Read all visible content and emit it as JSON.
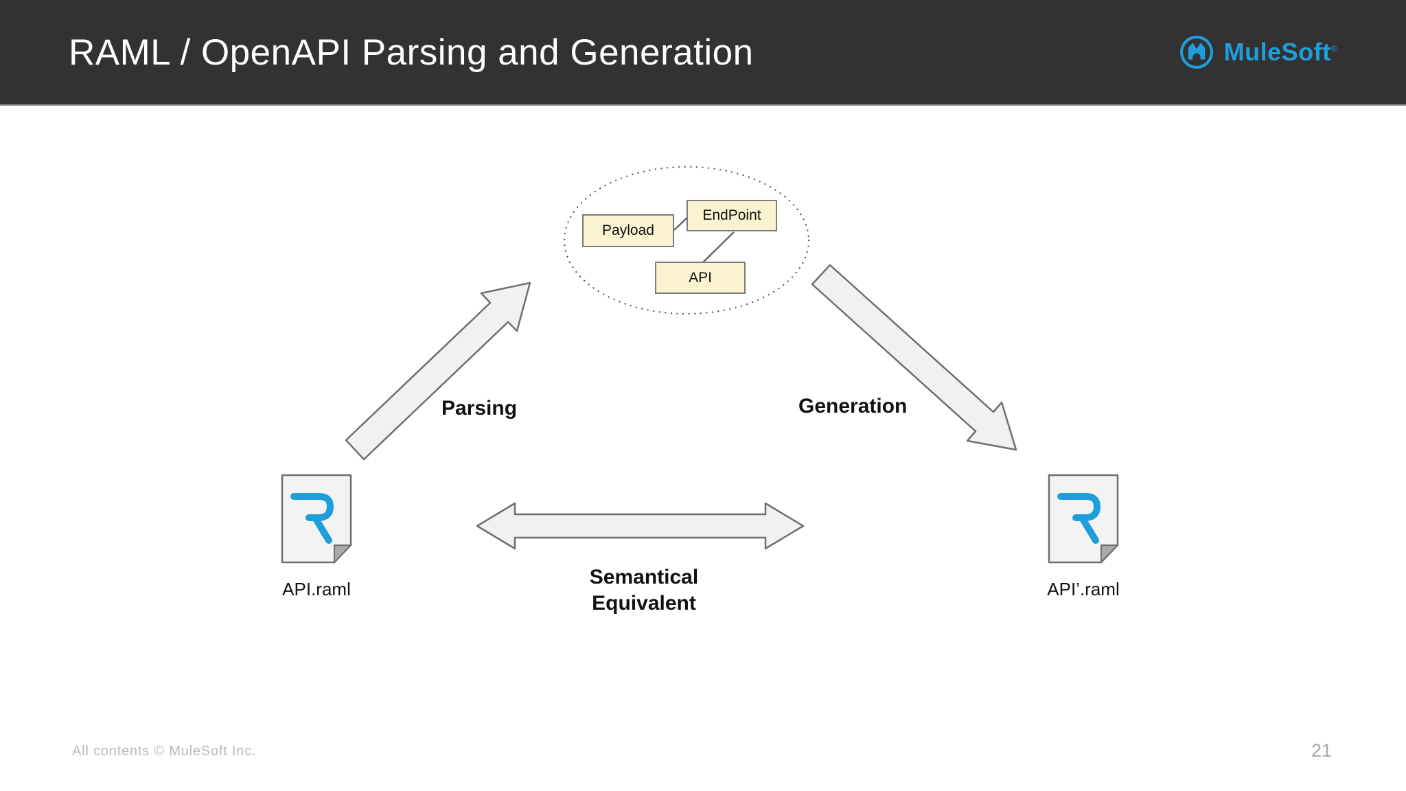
{
  "header": {
    "title": "RAML / OpenAPI Parsing and Generation",
    "brand": {
      "name": "MuleSoft",
      "trademark": "®"
    },
    "colors": {
      "background": "#333132",
      "title": "#ffffff",
      "brand_blue": "#1E9FDB"
    }
  },
  "diagram": {
    "model_group": {
      "nodes": [
        {
          "id": "payload",
          "label": "Payload"
        },
        {
          "id": "endpoint",
          "label": "EndPoint"
        },
        {
          "id": "api",
          "label": "API"
        }
      ],
      "node_fill": "#FBF2CF",
      "node_border": "#7a7a7a",
      "boundary_style": "dotted-ellipse"
    },
    "arrows": [
      {
        "id": "parsing",
        "label": "Parsing",
        "direction": "up-right"
      },
      {
        "id": "generation",
        "label": "Generation",
        "direction": "down-right"
      },
      {
        "id": "semantical-equivalent",
        "label_line1": "Semantical",
        "label_line2": "Equivalent",
        "direction": "double-horizontal"
      }
    ],
    "files": [
      {
        "id": "source",
        "label": "API.raml"
      },
      {
        "id": "generated",
        "label": "API’.raml"
      }
    ],
    "arrow_fill": "#F1F1F1",
    "arrow_border": "#6e6e6e",
    "raml_logo_blue": "#1E9FDB"
  },
  "footer": {
    "copyright": "All contents © MuleSoft Inc.",
    "page_number": "21"
  }
}
